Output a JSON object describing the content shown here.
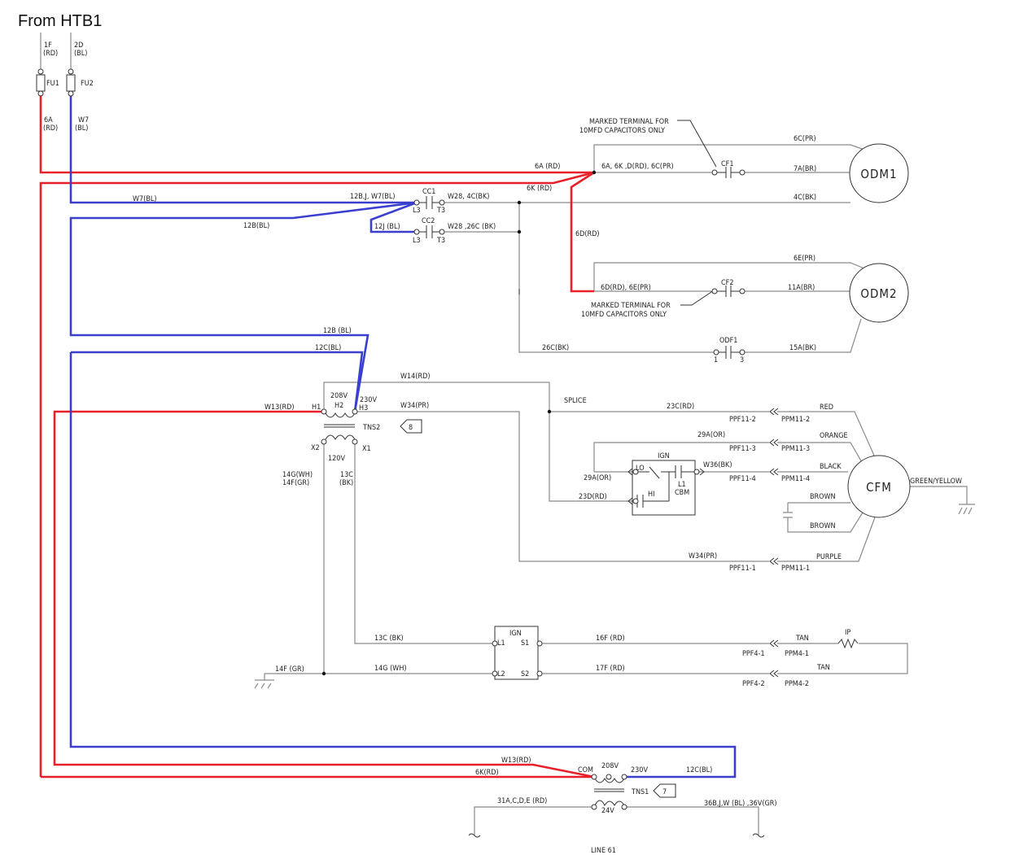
{
  "title": "From HTB1",
  "colors": {
    "red_wire": "#e8202a",
    "blue_wire": "#3a3fd0",
    "line": "#8a8a8a"
  },
  "labels": {
    "f1a": "1F",
    "f1b": "(RD)",
    "f2a": "2D",
    "f2b": "(BL)",
    "fu1": "FU1",
    "fu2": "FU2",
    "w6a": "6A",
    "w6a_c": "(RD)",
    "w7": "W7",
    "w7_c": "(BL)",
    "mt1a": "MARKED TERMINAL FOR",
    "mt1b": "10MFD CAPACITORS ONLY",
    "w6c": "6C(PR)",
    "w6a2": "6A (RD)",
    "w6ak": "6A, 6K ,D(RD), 6C(PR)",
    "cf1": "CF1",
    "w7a": "7A(BR)",
    "odm1": "ODM1",
    "w6k": "6K (RD)",
    "w4c": "4C(BK)",
    "w7bl": "W7(BL)",
    "w12bj": "12B,J, W7(BL)",
    "cc1": "CC1",
    "l3a": "L3",
    "t3a": "T3",
    "w28": "W28, 4C(BK)",
    "w12bbl": "12B(BL)",
    "w12j": "12J (BL)",
    "cc2": "CC2",
    "l3b": "L3",
    "t3b": "T3",
    "w28b": "W28 ,26C (BK)",
    "w6d": "6D(RD)",
    "w6e": "6E(PR)",
    "cf2": "CF2",
    "w6d2": "6D(RD), 6E(PR)",
    "w11a": "11A(BR)",
    "odm2": "ODM2",
    "mt2a": "MARKED TERMINAL FOR",
    "mt2b": "10MFD CAPACITORS ONLY",
    "w12b2": "12B (BL)",
    "odf1": "ODF1",
    "w12c": "12C(BL)",
    "w26c": "26C(BK)",
    "one": "1",
    "three": "3",
    "w15a": "15A(BK)",
    "w14": "W14(RD)",
    "v208": "208V",
    "h2": "H2",
    "v230": "230V",
    "h3": "H3",
    "splice": "SPLICE",
    "w13": "W13(RD)",
    "h1": "H1",
    "w34": "W34(PR)",
    "w23c": "23C(RD)",
    "red": "RED",
    "ppf112": "PPF11-2",
    "ppm112": "PPM11-2",
    "tns2": "TNS2",
    "tag8": "8",
    "w29a": "29A(OR)",
    "orange": "ORANGE",
    "x2": "X2",
    "x1": "X1",
    "ppf113": "PPF11-3",
    "ppm113": "PPM11-3",
    "ign": "IGN",
    "v120": "120V",
    "lo": "LO",
    "w36": "W36(BK)",
    "black": "BLACK",
    "w29a2": "29A(OR)",
    "ppf114": "PPF11-4",
    "ppm114": "PPM11-4",
    "l1": "L1",
    "cbm": "CBM",
    "cfm": "CFM",
    "gy": "GREEN/YELLOW",
    "w14g": "14G(WH)",
    "w14f": "14F(GR)",
    "w13c": "13C",
    "bk": "(BK)",
    "hi": "HI",
    "w23d": "23D(RD)",
    "brown1": "BROWN",
    "brown2": "BROWN",
    "w34b": "W34(PR)",
    "purple": "PURPLE",
    "ppf111": "PPF11-1",
    "ppm111": "PPM11-1",
    "ign2": "IGN",
    "l1b": "L1",
    "s1": "S1",
    "l2": "L2",
    "s2": "S2",
    "ip": "IP",
    "w13c2": "13C (BK)",
    "w16f": "16F (RD)",
    "tan1": "TAN",
    "ppf41": "PPF4-1",
    "ppm41": "PPM4-1",
    "w14f2": "14F (GR)",
    "w14g2": "14G (WH)",
    "w17f": "17F (RD)",
    "tan2": "TAN",
    "ppf42": "PPF4-2",
    "ppm42": "PPM4-2",
    "w13b": "W13(RD)",
    "w6k2": "6K(RD)",
    "com": "COM",
    "v208b": "208V",
    "v230b": "230V",
    "w12c2": "12C(BL)",
    "tns1": "TNS1",
    "tag7": "7",
    "w31a": "31A,C,D,E (RD)",
    "v24": "24V",
    "w36b": "36B,J,W (BL) ,36V(GR)",
    "line61": "LINE 61"
  }
}
